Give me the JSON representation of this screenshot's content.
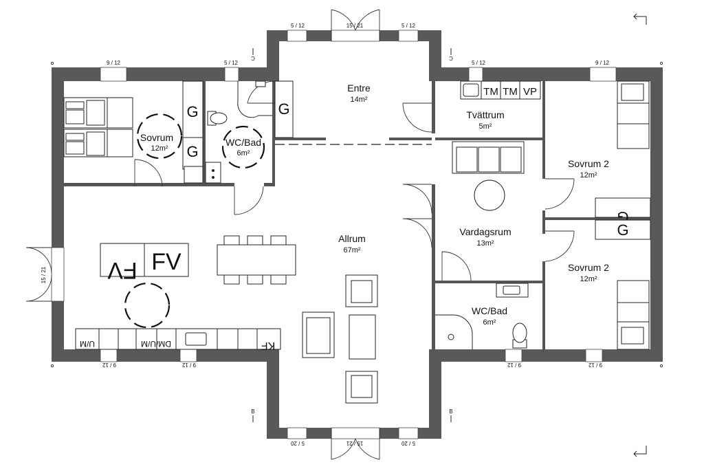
{
  "rooms": {
    "entre": {
      "name": "Entre",
      "area": "14m²"
    },
    "tvattrum": {
      "name": "Tvättrum",
      "area": "5m²"
    },
    "sovrum1": {
      "name": "Sovrum",
      "area": "12m²"
    },
    "wcbad1": {
      "name": "WC/Bad",
      "area": "6m²"
    },
    "allrum": {
      "name": "Allrum",
      "area": "67m²"
    },
    "vardagsrum": {
      "name": "Vardagsrum",
      "area": "13m²"
    },
    "wcbad2": {
      "name": "WC/Bad",
      "area": "6m²"
    },
    "sovrum2a": {
      "name": "Sovrum 2",
      "area": "12m²"
    },
    "sovrum2b": {
      "name": "Sovrum 2",
      "area": "12m²"
    }
  },
  "dimensions": {
    "top_entre_left": "5 / 12",
    "top_entre_door": "15 / 21",
    "top_entre_right": "5 / 12",
    "top_left_1": "9 / 12",
    "top_left_2": "5 / 12",
    "top_right_1": "5 / 12",
    "top_right_2": "9 / 12",
    "left_door": "15 / 21",
    "bottom_left_1": "9 / 12",
    "bottom_left_2": "9 / 12",
    "bottom_right_1": "9 / 12",
    "bottom_right_2": "9 / 12",
    "bottom_allrum_left": "5 / 20",
    "bottom_allrum_door": "15 / 21",
    "bottom_allrum_right": "5 / 20"
  },
  "section_marks": {
    "c": "C",
    "b": "B"
  },
  "fixtures": {
    "garderob": "G",
    "tvattmaskin": "TM",
    "vp": "VP",
    "frys": "FV",
    "um": "U/M",
    "dm_um": "DM/U/M",
    "kf": "KF"
  }
}
